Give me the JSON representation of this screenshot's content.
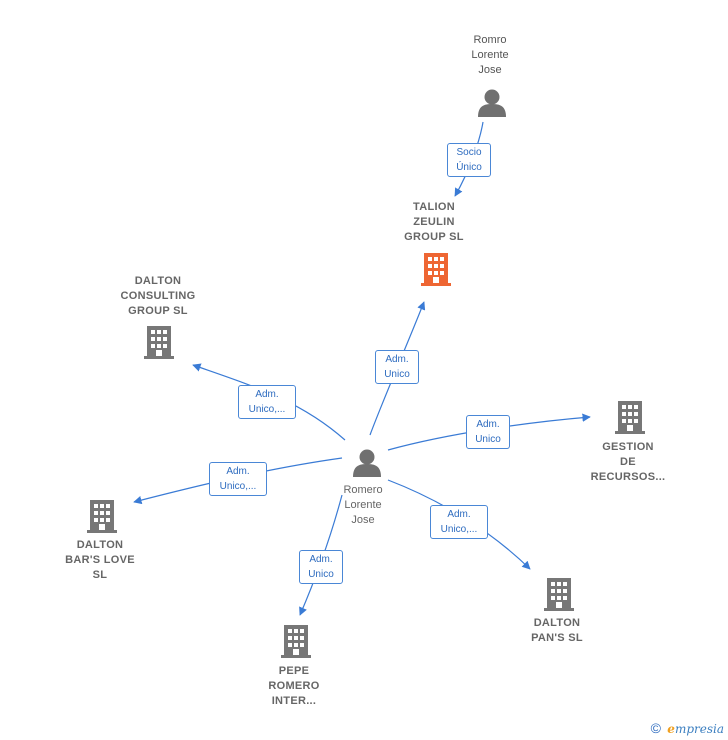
{
  "colors": {
    "edge": "#3a7bd5",
    "person_icon": "#707070",
    "company_icon": "#777777",
    "highlight_company": "#ee6633"
  },
  "nodes": {
    "romro": {
      "label": "Romro\nLorente\nJose",
      "icon": "person-icon"
    },
    "talion": {
      "label": "TALION\nZEULIN\nGROUP  SL",
      "icon": "building-icon"
    },
    "dalton_consulting": {
      "label": "DALTON\nCONSULTING\nGROUP  SL",
      "icon": "building-icon"
    },
    "romero": {
      "label": "Romero\nLorente\nJose",
      "icon": "person-icon"
    },
    "gestion": {
      "label": "GESTION\nDE\nRECURSOS...",
      "icon": "building-icon"
    },
    "dalton_bars": {
      "label": "DALTON\nBAR'S LOVE\nSL",
      "icon": "building-icon"
    },
    "pepe": {
      "label": "PEPE\nROMERO\nINTER...",
      "icon": "building-icon"
    },
    "dalton_pans": {
      "label": "DALTON\nPAN'S  SL",
      "icon": "building-icon"
    }
  },
  "edges": {
    "socio": "Socio\nÚnico",
    "to_talion": "Adm.\nUnico",
    "to_consulting": "Adm.\nUnico,...",
    "to_gestion": "Adm.\nUnico",
    "to_bars": "Adm.\nUnico,...",
    "to_pepe": "Adm.\nUnico",
    "to_pans": "Adm.\nUnico,..."
  },
  "footer": {
    "copyright": "©",
    "brand_first": "e",
    "brand_rest": "mpresia"
  }
}
